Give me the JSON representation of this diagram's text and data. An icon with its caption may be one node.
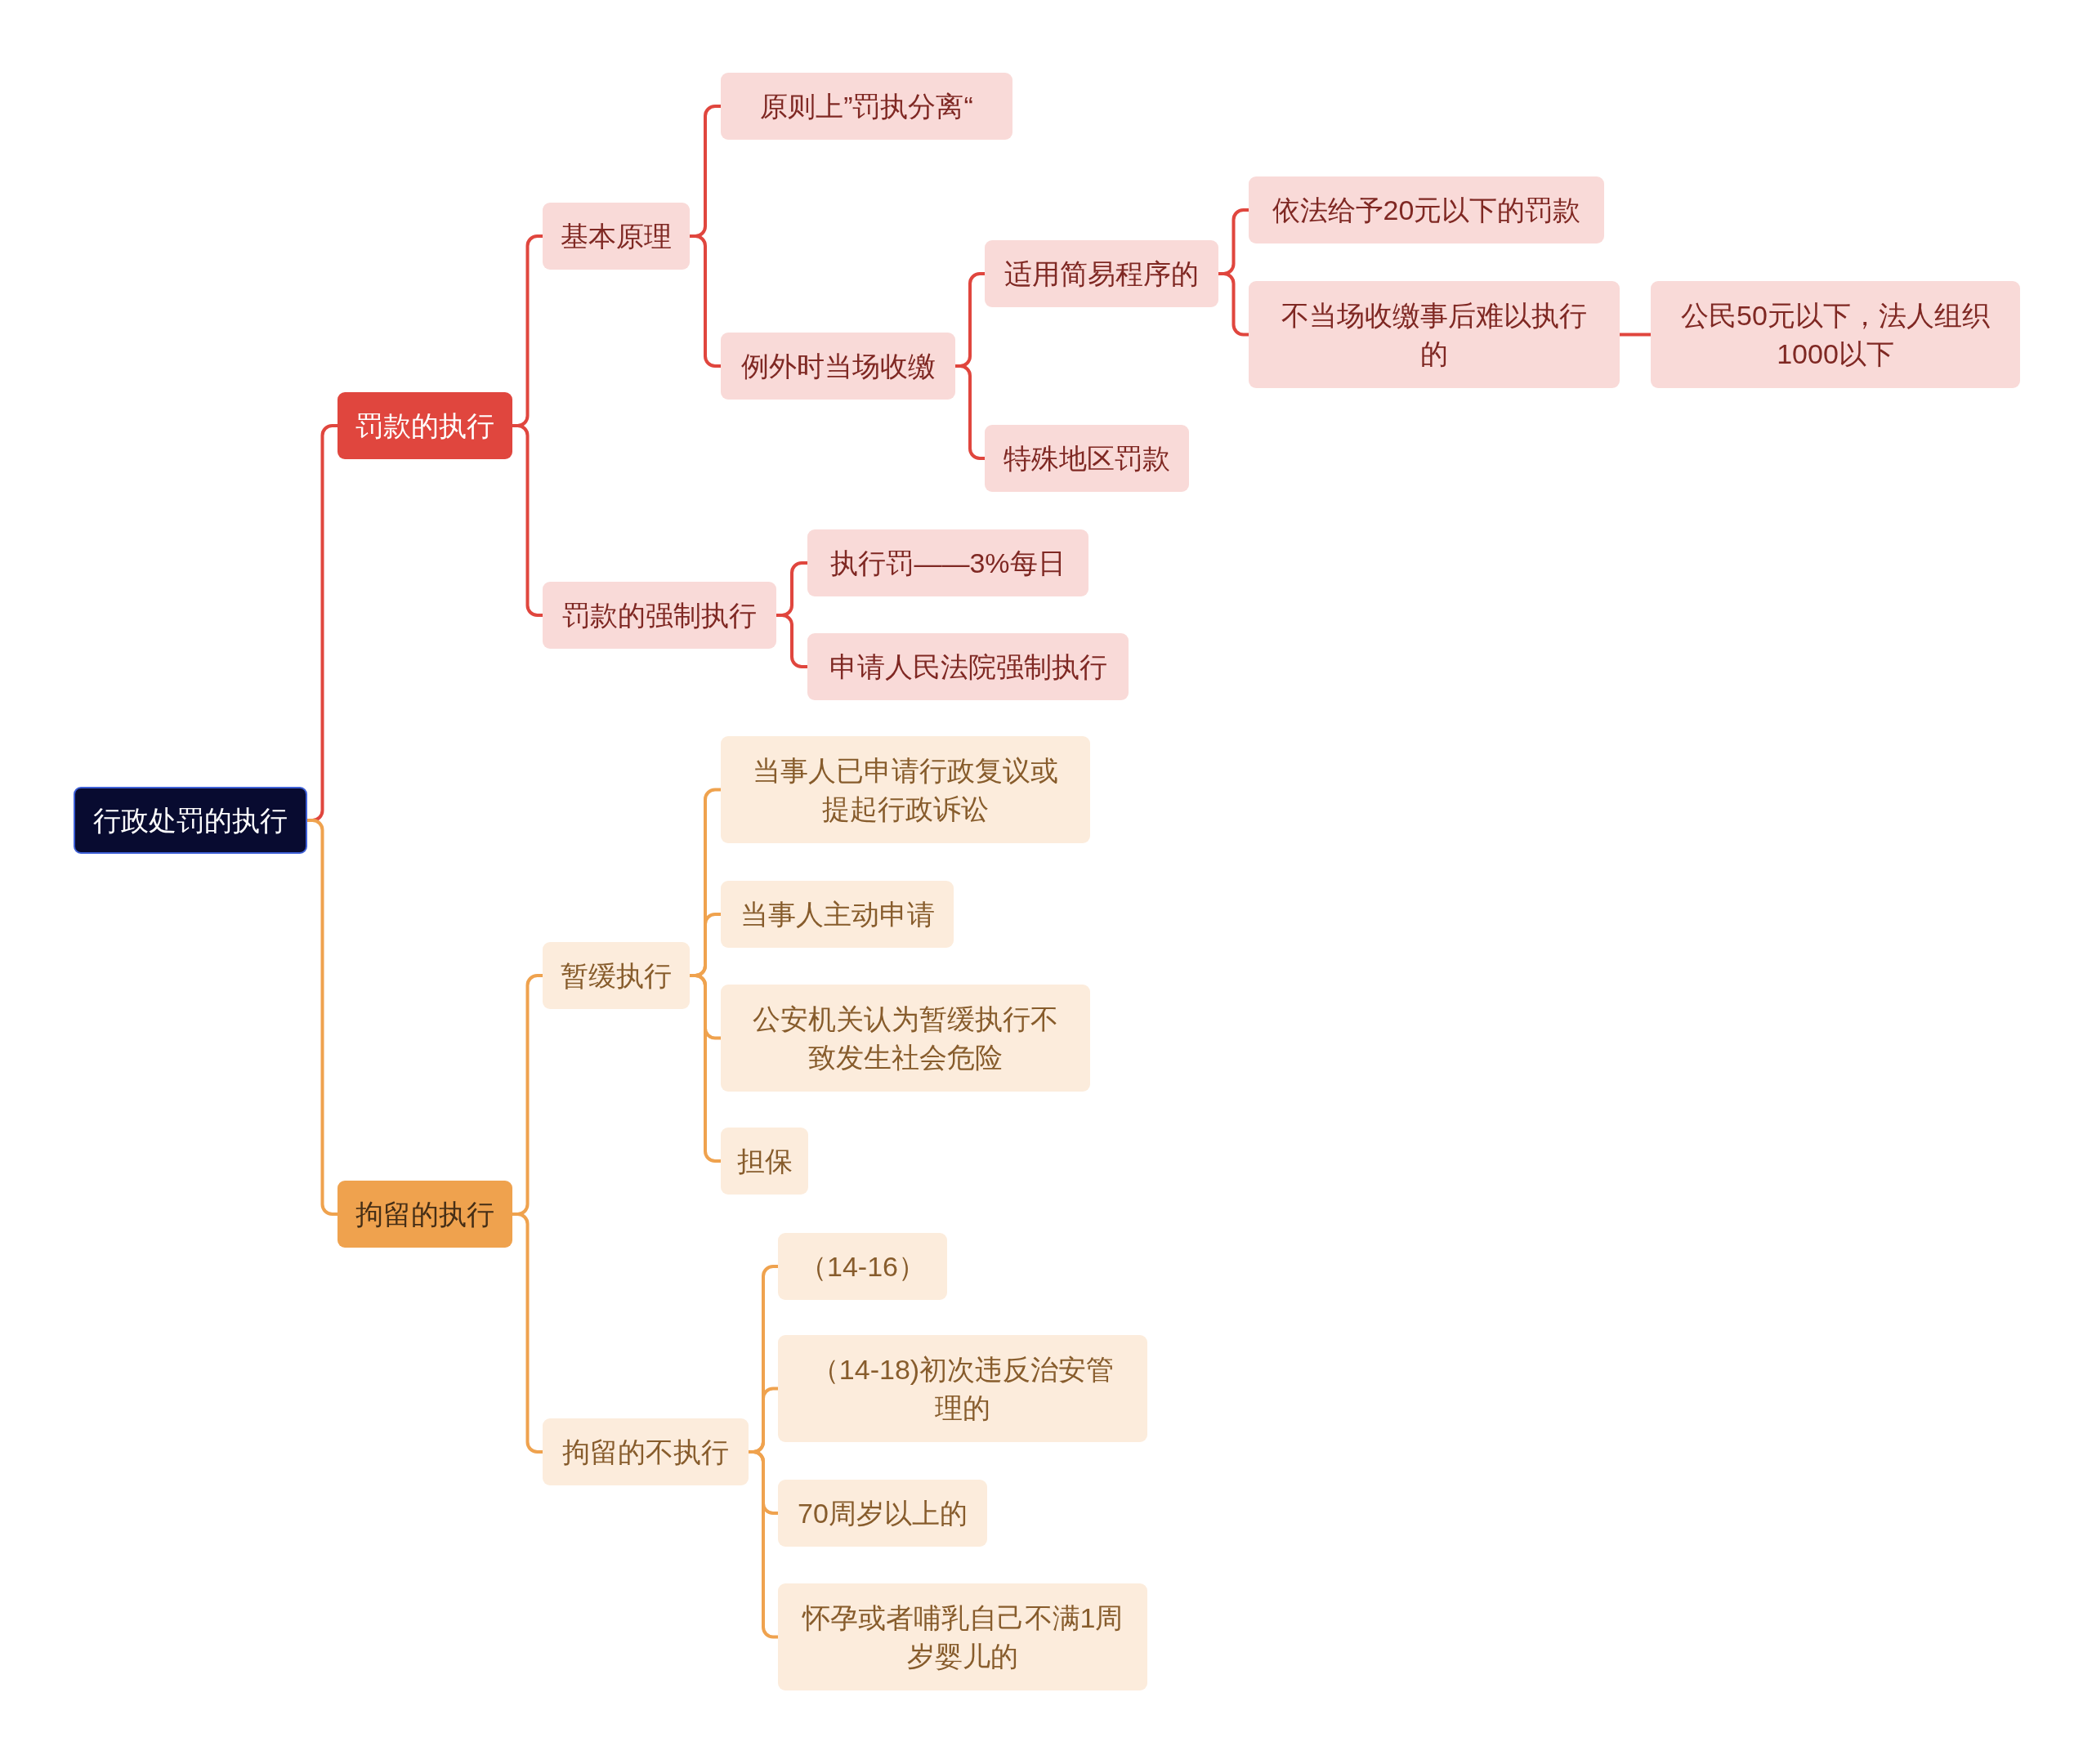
{
  "diagram": {
    "nodes": [
      {
        "text": [
          "行政处罚的执行"
        ]
      },
      {
        "text": [
          "罚款的执行"
        ]
      },
      {
        "text": [
          "基本原理"
        ]
      },
      {
        "text": [
          "原则上”罚执分离“"
        ]
      },
      {
        "text": [
          "例外时当场收缴"
        ]
      },
      {
        "text": [
          "适用简易程序的"
        ]
      },
      {
        "text": [
          "依法给予20元以下的罚款"
        ]
      },
      {
        "text": [
          "不当场收缴事后难以执行的"
        ]
      },
      {
        "text": [
          "公民50元以下，法人组织1000以下"
        ]
      },
      {
        "text": [
          "特殊地区罚款"
        ]
      },
      {
        "text": [
          "罚款的强制执行"
        ]
      },
      {
        "text": [
          "执行罚——3%每日"
        ]
      },
      {
        "text": [
          "申请人民法院强制执行"
        ]
      },
      {
        "text": [
          "拘留的执行"
        ]
      },
      {
        "text": [
          "暂缓执行"
        ]
      },
      {
        "text": [
          "当事人已申请行政复议或提起行政诉讼"
        ]
      },
      {
        "text": [
          "当事人主动申请"
        ]
      },
      {
        "text": [
          "公安机关认为暂缓执行不致发生社会危险"
        ]
      },
      {
        "text": [
          "担保"
        ]
      },
      {
        "text": [
          "拘留的不执行"
        ]
      },
      {
        "text": [
          "（14-16）"
        ]
      },
      {
        "text": [
          "（14-18)初次违反治安管理的"
        ]
      },
      {
        "text": [
          "70周岁以上的"
        ]
      },
      {
        "text": [
          "怀孕或者哺乳自己不满1周岁婴儿的"
        ]
      }
    ],
    "edges": [
      {
        "from": 0,
        "to": 1,
        "arrow": "none"
      },
      {
        "from": 1,
        "to": 2,
        "arrow": "none"
      },
      {
        "from": 2,
        "to": 3,
        "arrow": "none"
      },
      {
        "from": 2,
        "to": 4,
        "arrow": "none"
      },
      {
        "from": 4,
        "to": 5,
        "arrow": "none"
      },
      {
        "from": 5,
        "to": 6,
        "arrow": "none"
      },
      {
        "from": 5,
        "to": 7,
        "arrow": "none"
      },
      {
        "from": 7,
        "to": 8,
        "arrow": "none"
      },
      {
        "from": 4,
        "to": 9,
        "arrow": "none"
      },
      {
        "from": 1,
        "to": 10,
        "arrow": "none"
      },
      {
        "from": 10,
        "to": 11,
        "arrow": "none"
      },
      {
        "from": 10,
        "to": 12,
        "arrow": "none"
      },
      {
        "from": 0,
        "to": 13,
        "arrow": "none",
        "color": "#efa24e"
      },
      {
        "from": 13,
        "to": 14,
        "arrow": "none",
        "color": "#efa24e"
      },
      {
        "from": 14,
        "to": 15,
        "arrow": "none",
        "color": "#efa24e"
      },
      {
        "from": 14,
        "to": 16,
        "arrow": "none",
        "color": "#efa24e"
      },
      {
        "from": 14,
        "to": 17,
        "arrow": "none",
        "color": "#efa24e"
      },
      {
        "from": 14,
        "to": 18,
        "arrow": "none",
        "color": "#efa24e"
      },
      {
        "from": 13,
        "to": 19,
        "arrow": "none",
        "color": "#efa24e"
      },
      {
        "from": 19,
        "to": 20,
        "arrow": "none",
        "color": "#efa24e"
      },
      {
        "from": 19,
        "to": 21,
        "arrow": "none",
        "color": "#efa24e"
      },
      {
        "from": 19,
        "to": 22,
        "arrow": "none",
        "color": "#efa24e"
      },
      {
        "from": 19,
        "to": 23,
        "arrow": "none",
        "color": "#efa24e"
      }
    ]
  }
}
